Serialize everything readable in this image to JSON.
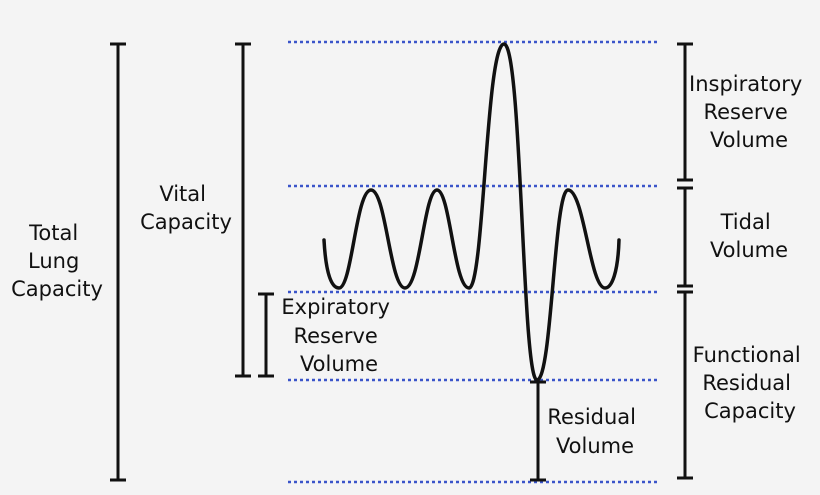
{
  "labels": {
    "total_lung_capacity": [
      "Total",
      "Lung",
      "Capacity"
    ],
    "vital_capacity": [
      "Vital",
      "Capacity"
    ],
    "expiratory_reserve_volume": [
      "Expiratory",
      "Reserve",
      "Volume"
    ],
    "residual_volume": [
      "Residual",
      "Volume"
    ],
    "inspiratory_reserve_volume": [
      "Inspiratory",
      "Reserve",
      "Volume"
    ],
    "tidal_volume": [
      "Tidal",
      "Volume"
    ],
    "functional_residual_capacity": [
      "Functional",
      "Residual",
      "Capacity"
    ]
  },
  "colors": {
    "background": "#f4f4f4",
    "level_line": "#3b55c9",
    "ink": "#111111"
  }
}
